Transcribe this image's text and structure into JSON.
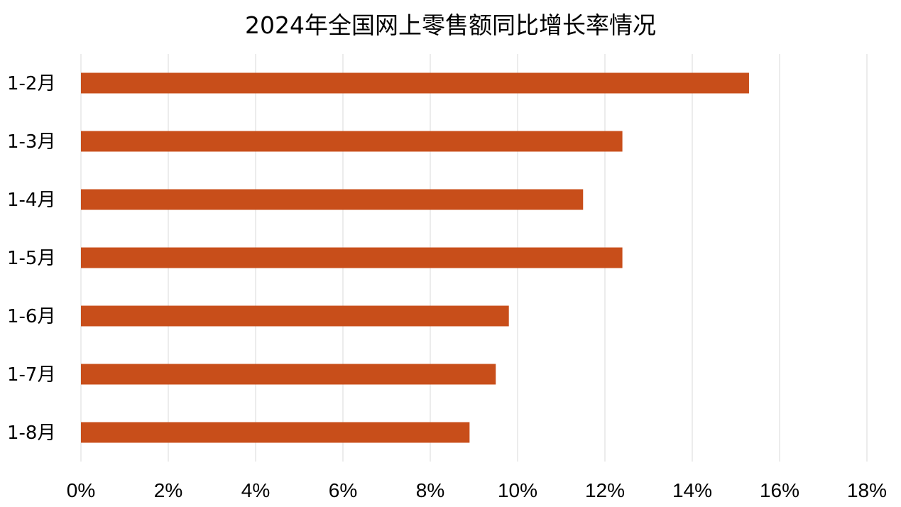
{
  "chart_data": {
    "type": "bar",
    "orientation": "horizontal",
    "title": "2024年全国网上零售额同比增长率情况",
    "categories": [
      "1-2月",
      "1-3月",
      "1-4月",
      "1-5月",
      "1-6月",
      "1-7月",
      "1-8月"
    ],
    "series": [
      {
        "values": [
          15.3,
          12.4,
          11.5,
          12.4,
          9.8,
          9.5,
          8.9
        ]
      }
    ],
    "xlim": [
      0,
      18
    ],
    "x_ticks": [
      0,
      2,
      4,
      6,
      8,
      10,
      12,
      14,
      16,
      18
    ],
    "x_tick_labels": [
      "0%",
      "2%",
      "4%",
      "6%",
      "8%",
      "10%",
      "12%",
      "14%",
      "16%",
      "18%"
    ],
    "xlabel": "",
    "ylabel": "",
    "grid": "vertical",
    "legend": "none",
    "colors": {
      "bar": "#C84E1A",
      "grid": "#D9D9D9",
      "text": "#000000",
      "background": "#FFFFFF"
    }
  }
}
